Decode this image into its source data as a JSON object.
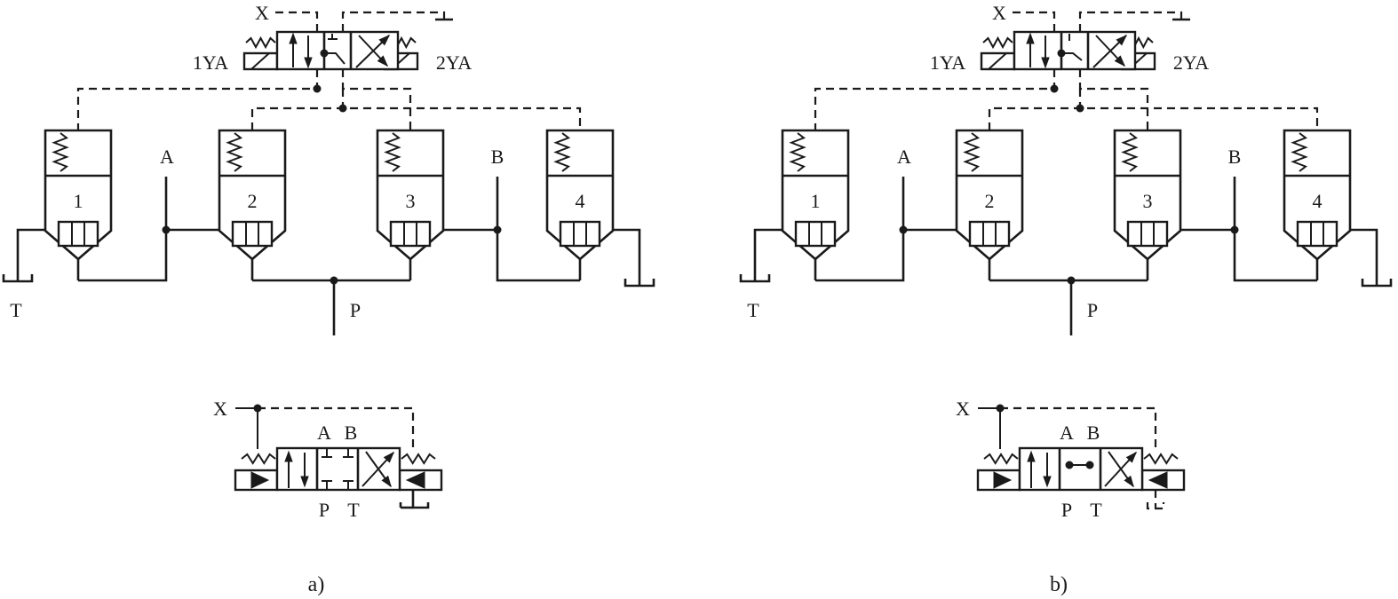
{
  "diagrams": [
    {
      "caption": "a)",
      "valves": [
        "1",
        "2",
        "3",
        "4"
      ],
      "ports": {
        "a": "A",
        "b": "B",
        "p": "P",
        "t": "T",
        "x": "X"
      },
      "solenoids": {
        "left": "1YA",
        "right": "2YA"
      },
      "pilot_ports": {
        "x": "X",
        "a": "A",
        "b": "B",
        "p": "P",
        "t": "T"
      }
    },
    {
      "caption": "b)",
      "valves": [
        "1",
        "2",
        "3",
        "4"
      ],
      "ports": {
        "a": "A",
        "b": "B",
        "p": "P",
        "t": "T",
        "x": "X"
      },
      "solenoids": {
        "left": "1YA",
        "right": "2YA"
      },
      "pilot_ports": {
        "x": "X",
        "a": "A",
        "b": "B",
        "p": "P",
        "t": "T"
      }
    }
  ]
}
